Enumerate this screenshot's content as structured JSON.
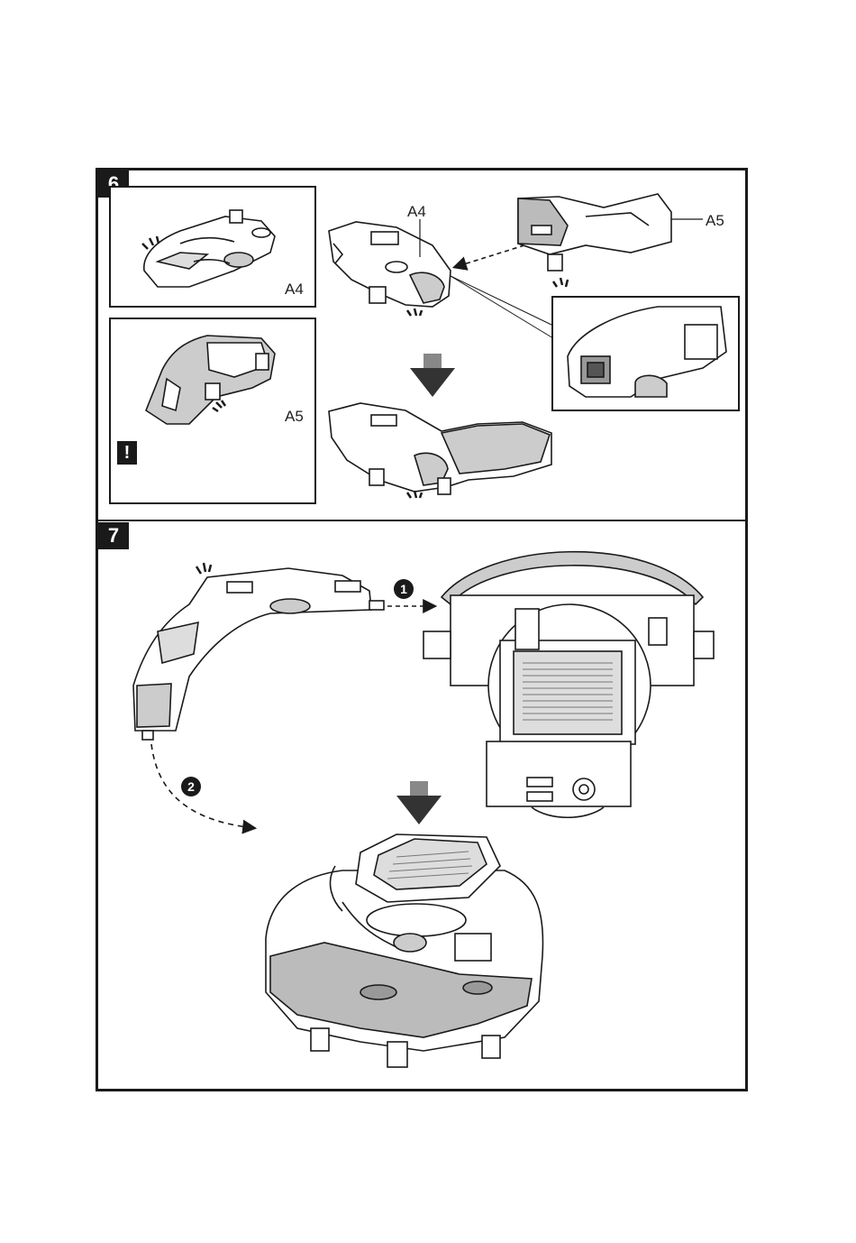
{
  "steps": [
    {
      "number": "6"
    },
    {
      "number": "7"
    }
  ],
  "step6": {
    "detail_a4_label": "A4",
    "detail_a5_label": "A5",
    "assembly_a4_label": "A4",
    "assembly_a5_label": "A5",
    "warning_symbol": "!"
  },
  "step7": {
    "sequence_1": "1",
    "sequence_2": "2"
  },
  "colors": {
    "line": "#1a1a1a",
    "shade": "#bdbdbd",
    "arrow": "#2a2a2a"
  }
}
